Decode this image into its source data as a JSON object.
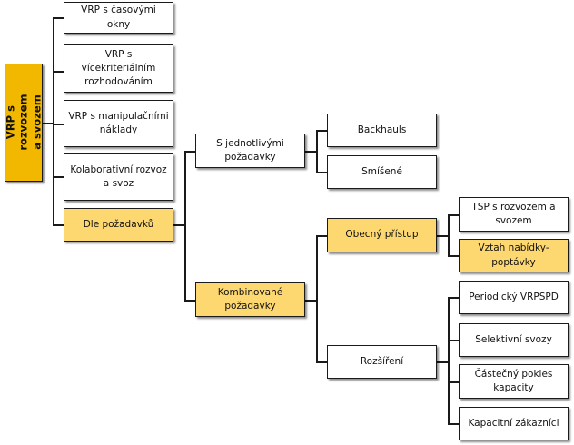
{
  "root": "VRP s rozvozem\na svozem",
  "level1": [
    "VRP s časovými okny",
    "VRP s vícekriteriálním rozhodováním",
    "VRP s manipulačními náklady",
    "Kolaborativní rozvoz a svoz",
    "Dle požadavků"
  ],
  "level2": [
    "S jednotlivými požadavky",
    "Kombinované požadavky"
  ],
  "single_children": [
    "Backhauls",
    "Smíšené"
  ],
  "combined_children": [
    "Obecný přístup",
    "Rozšíření"
  ],
  "general_children": [
    "TSP s rozvozem a svozem",
    "Vztah nabídky-poptávky"
  ],
  "extension_children": [
    "Periodický VRPSPD",
    "Selektivní svozy",
    "Částečný pokles kapacity",
    "Kapacitní zákazníci"
  ],
  "colors": {
    "root": "#f2b800",
    "highlight": "#fdd770",
    "box": "#ffffff",
    "line": "#1a1a1a"
  }
}
